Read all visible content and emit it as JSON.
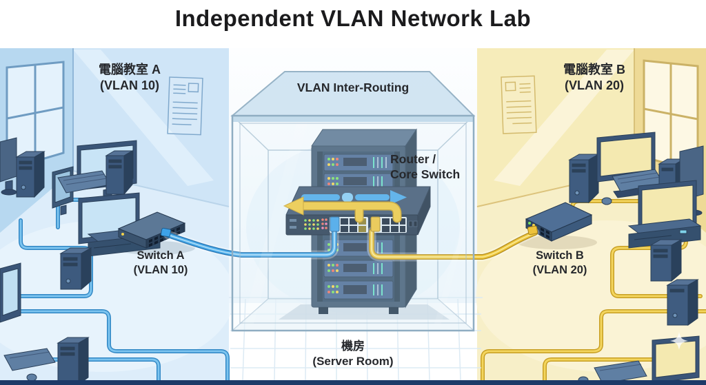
{
  "title": "Independent VLAN Network Lab",
  "rooms": {
    "a": {
      "name": "電腦教室 A",
      "vlan": "(VLAN 10)",
      "wall_color": "#cfe5f7",
      "cable_color": "#49a9e8"
    },
    "b": {
      "name": "電腦教室 B",
      "vlan": "(VLAN 20)",
      "wall_color": "#f6ecba",
      "cable_color": "#eec63d"
    }
  },
  "server_room": {
    "box_label": "VLAN Inter-Routing",
    "device_label_line1": "Router /",
    "device_label_line2": "Core Switch",
    "name": "機房",
    "name_en": "(Server Room)"
  },
  "switches": {
    "a": {
      "label": "Switch A",
      "vlan": "(VLAN 10)"
    },
    "b": {
      "label": "Switch B",
      "vlan": "(VLAN 20)"
    }
  },
  "flows": {
    "vlan10_arrow_color": "#49a8e8",
    "vlan20_arrow_color": "#eec73e"
  }
}
